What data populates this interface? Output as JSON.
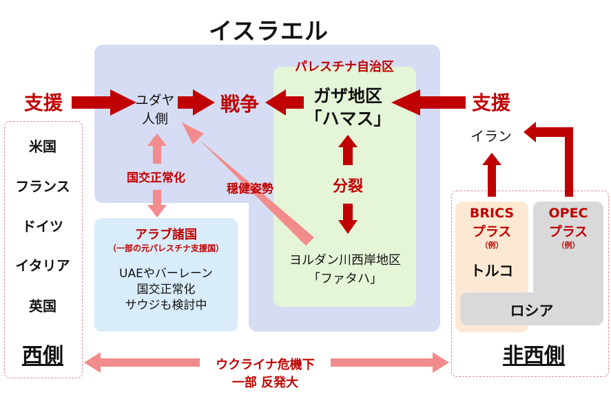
{
  "israel": {
    "title": "イスラエル",
    "jewish_side_line1": "ユダヤ",
    "jewish_side_line2": "人側",
    "war": "戦争"
  },
  "palestine": {
    "header": "パレスチナ自治区",
    "gaza_line1": "ガザ地区",
    "gaza_line2": "「ハマス」",
    "split": "分裂",
    "westbank_line1": "ヨルダン川西岸地区",
    "westbank_line2": "「ファタハ」"
  },
  "relations": {
    "support_left": "支援",
    "support_right": "支援",
    "normalization": "国交正常化",
    "moderate": "穏健姿勢"
  },
  "arab": {
    "title": "アラブ諸国",
    "subtitle": "（一部の元パレスチナ支援国）",
    "line1": "UAEやバーレーン",
    "line2": "国交正常化",
    "line3": "サウジも検討中"
  },
  "west": {
    "countries": [
      "米国",
      "フランス",
      "ドイツ",
      "イタリア",
      "英国"
    ],
    "label": "西側"
  },
  "nonwest": {
    "iran": "イラン",
    "brics_line1": "BRICS",
    "brics_line2": "プラス",
    "brics_example": "（例）",
    "opec_line1": "OPEC",
    "opec_line2": "プラス",
    "opec_example": "（例）",
    "turkey": "トルコ",
    "russia": "ロシア",
    "label": "非西側"
  },
  "ukraine": {
    "line1": "ウクライナ危機下",
    "line2": "一部 反発大"
  },
  "colors": {
    "israel_panel": "#d5dcf3",
    "palestine_panel": "#e5f5d7",
    "arab_panel": "#d9ecfa",
    "brics_panel": "#fde9d3",
    "gray_panel": "#d9d9d9",
    "dark_red": "#c00000",
    "pink": "#f28b8b"
  }
}
